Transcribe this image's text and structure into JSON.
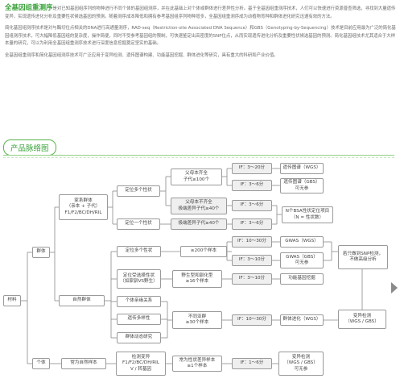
{
  "intro": {
    "highlight": "全基因组重测序",
    "p1": "是对已知基因组序列的物种进行不同个体的基因组测序，并在此基础上对个体或群体进行差异性分析。基于全基因组重测序技术，人们可以快速进行资源普查筛选，寻找到大量遗传变异，实现遗传进化分析及重要性状候选基因的预测。随着测序成本降低和拥有参考基因组序列物种增多，全基因组重测序成为动植物育种和群体进化研究迅速有效的方法。",
    "p2": "简化基因组测序技术是对与酶切位点相关的DNA进行高通量测序，RAD-seq（Restriction-site Associated DNA Sequence）和GBS（Genotyping-by-Sequencing）技术是目前应用最为广泛的简化基因组测序技术，可大幅降低基因组的复杂度，操作简便，同时不受参考基因组的限制，可快速鉴定出高密度的SNP位点，从而实现遗传进化分析及重要性状候选基因的预测。简化基因组技术尤其适合于大样本量的研究，可以为利用全基因组重测序技术进行深度信息挖掘奠定坚实的基础。",
    "p3": "全基因组重测序和简化基因组测序技术可广泛应用于变异检测、遗传图谱构建、功能基因挖掘、群体进化等研究，具有重大的科研和产业价值。"
  },
  "section_title": "产品脉络图",
  "tree": {
    "root": "材料",
    "l1": {
      "group": "群体",
      "individual": "个体"
    },
    "l2": {
      "family": "家系群体\n（亲本 + 子代）\nF1/F2/BC/DH/RIL",
      "natural": "自然群体",
      "natural_ind": "常为自然样本"
    },
    "family_branches": {
      "multi": "定位多个性状",
      "single": "定位一个性状"
    },
    "family_multi": {
      "a": "父母本齐全\n子代≥100个",
      "b": "父母本不齐全\n极端差异子代≥40个"
    },
    "family_single": "极端差异子代≥40个",
    "natural_branches": {
      "multi": "定位多个性状",
      "trait": "定位受选择性状\n（如家驯VS野生）",
      "relation": "个体亲缘关系",
      "genetic": "遗传多样性",
      "dynamics": "群体动态研究"
    },
    "natural_leaves": {
      "multi_n": "≥200个样本",
      "trait_n": "野生型和驯化型\n≥16个样本",
      "other_n": "不同亚群\n≥30个样本"
    },
    "individual_detect": "检测变异\nF1/F2/BC/DH/RIL\nV / 转基因",
    "individual_n": "常为性状差异样本\n≥1个样本",
    "if": {
      "i1": "IF：3～20分",
      "i2": "IF：3～6分",
      "i3": "IF：3～6分",
      "i4": "IF：3～6分",
      "i5": "IF：10～30分",
      "i6": "IF：3～10分",
      "i7": "IF：3～10分",
      "i8": "IF：10～30分",
      "i9": "IF：1～6分"
    },
    "results": {
      "wgs_map": "遗传图谱（WGS）",
      "gbs_map": "遗传图谱（GBS）\n可无参",
      "bsa": "N个BSA性状定位项目\n（N = 性状数）",
      "gwas_wgs": "GWAS（WGS）",
      "gwas_gbs": "GWAS（GBS）\n可无参",
      "func": "功能基因挖掘",
      "evo": "群体进化（WGS）",
      "snp_note": "若只做到SNP检测，\n不做高级分析",
      "variant": "变异检测\n（WGS / GBS）",
      "variant_ind": "变异检测\n（WGS / GBS）\n可无参"
    }
  },
  "colors": {
    "accent": "#3aa23a",
    "line": "#8a8a8a"
  }
}
